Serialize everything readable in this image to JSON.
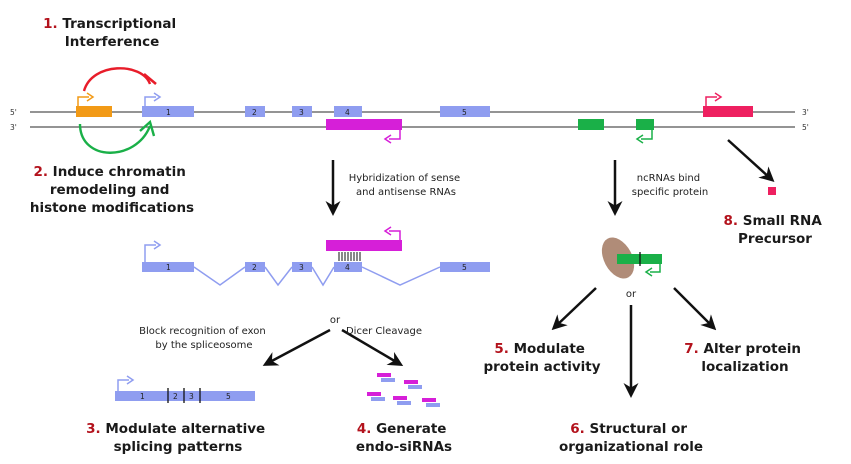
{
  "strands": {
    "five_prime": "5'",
    "three_prime": "3'"
  },
  "exons": [
    "1",
    "2",
    "3",
    "4",
    "5"
  ],
  "mechanisms": [
    {
      "num": "1.",
      "lines": [
        "Transcriptional",
        "Interference"
      ]
    },
    {
      "num": "2.",
      "lines": [
        "Induce chromatin",
        "remodeling and",
        "histone modifications"
      ]
    },
    {
      "num": "3.",
      "lines": [
        "Modulate alternative",
        "splicing patterns"
      ]
    },
    {
      "num": "4.",
      "lines": [
        "Generate",
        "endo-siRNAs"
      ]
    },
    {
      "num": "5.",
      "lines": [
        "Modulate",
        "protein activity"
      ]
    },
    {
      "num": "6.",
      "lines": [
        "Structural or",
        "organizational role"
      ]
    },
    {
      "num": "7.",
      "lines": [
        "Alter protein",
        "localization"
      ]
    },
    {
      "num": "8.",
      "lines": [
        "Small RNA",
        "Precursor"
      ]
    }
  ],
  "notes": {
    "hybridization": [
      "Hybridization of sense",
      "and antisense RNAs"
    ],
    "ncrna_bind": [
      "ncRNAs bind",
      "specific protein"
    ],
    "block_recognition": [
      "Block recognition of exon",
      "by the spliceosome"
    ],
    "dicer": "Dicer Cleavage",
    "or": "or"
  },
  "colors": {
    "exon": "#8f9df0",
    "magenta": "#d61fd8",
    "green": "#1ab048",
    "orange": "#f29a16",
    "red": "#e81d2a",
    "pink": "#ee2060",
    "protein": "#b08c78",
    "number": "#b3121c"
  }
}
